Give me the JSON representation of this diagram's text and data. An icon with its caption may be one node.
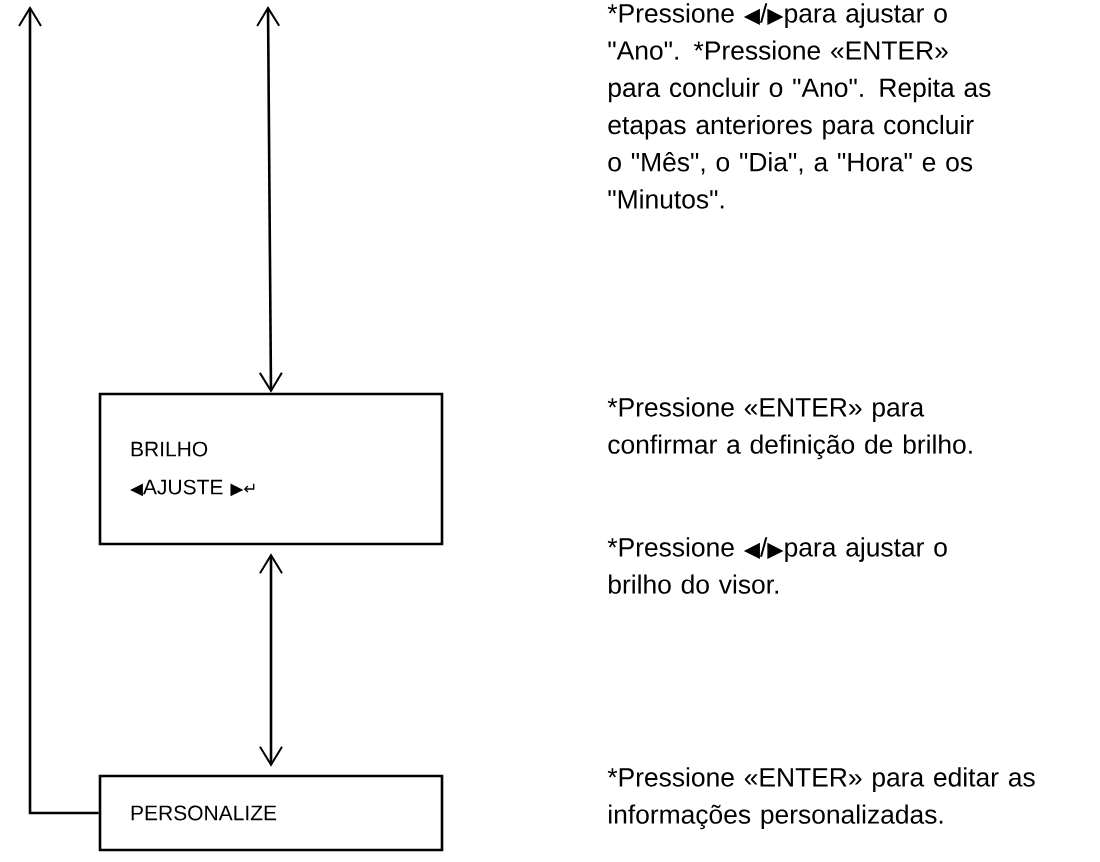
{
  "diagram": {
    "nodes": [
      {
        "text": [
          "BRILHO",
          "◀AJUSTE ▶↵"
        ]
      },
      {
        "text": [
          "PERSONALIZE"
        ]
      }
    ],
    "edges": [
      {
        "from": null,
        "to": 0,
        "arrow": "both"
      },
      {
        "from": 0,
        "to": 1,
        "arrow": "both"
      },
      {
        "from": 1,
        "to": null,
        "arrow": "to"
      }
    ],
    "labels": [
      "*Pressione ◀/▶para ajustar o \"Ano\". *Pressione «ENTER» para concluir o \"Ano\". Repita as etapas anteriores para concluir o \"Mês\", o \"Dia\", a \"Hora\" e os \"Minutos\".",
      "*Pressione «ENTER» para confirmar a definição de brilho.",
      "*Pressione ◀/▶para ajustar o brilho do visor.",
      "*Pressione «ENTER» para editar as informações personalizadas."
    ]
  }
}
